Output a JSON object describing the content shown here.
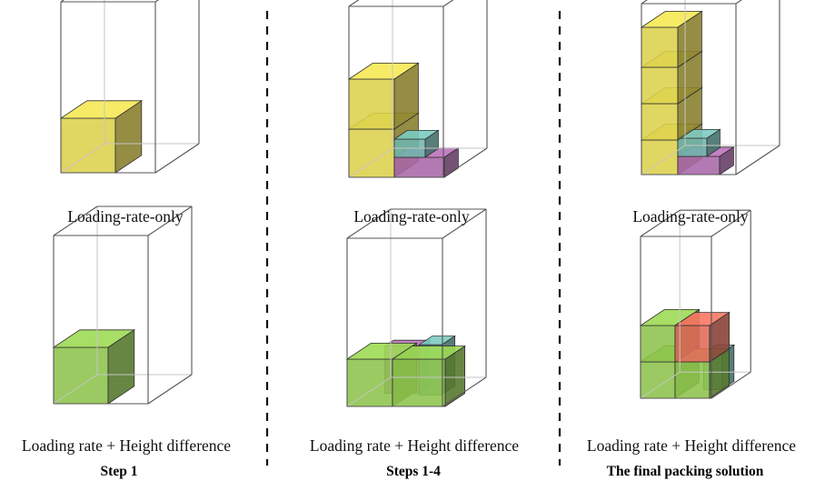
{
  "captions": {
    "top_left": "Loading-rate-only",
    "top_mid": "Loading-rate-only",
    "top_right": "Loading-rate-only",
    "bottom_left": "Loading rate + Height difference",
    "bottom_mid": "Loading rate + Height difference",
    "bottom_right": "Loading rate + Height difference"
  },
  "columns": {
    "left": "Step 1",
    "middle": "Steps 1-4",
    "right": "The final packing solution"
  },
  "colors": {
    "yellow": "#dcd04c",
    "green": "#8cc34b",
    "teal": "#6fb5ad",
    "purple": "#a866a8",
    "red": "#e06a58",
    "edge": "#2a2a2a",
    "container": "#a8a8a8"
  }
}
